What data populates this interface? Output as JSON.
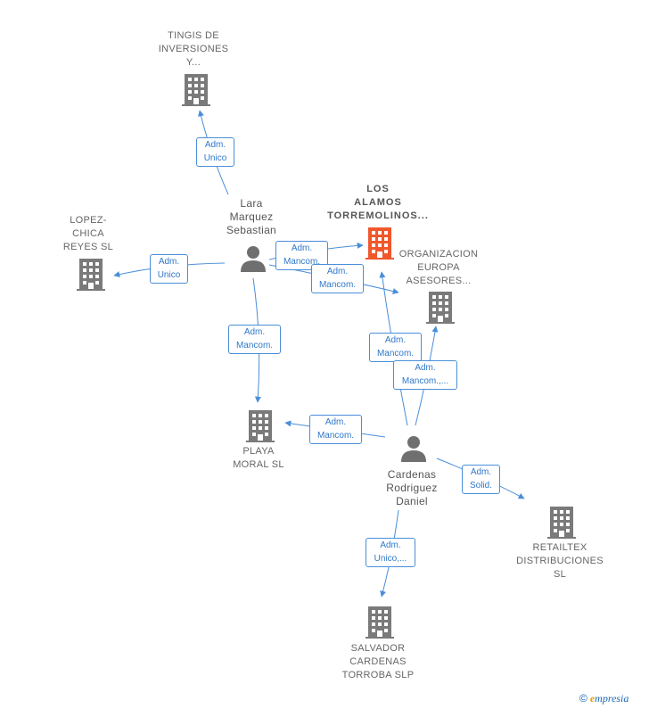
{
  "colors": {
    "edge": "#4a8ed8",
    "company": "#7a7a7a",
    "focus": "#f0582b",
    "person": "#6f6f6f"
  },
  "nodes": {
    "tingis": {
      "label": "TINGIS DE\nINVERSIONES\nY...",
      "icon": "building-icon"
    },
    "lopez": {
      "label": "LOPEZ-\nCHICA\nREYES SL",
      "icon": "building-icon"
    },
    "lara": {
      "label": "Lara\nMarquez\nSebastian",
      "icon": "person-icon"
    },
    "alamos": {
      "label": "LOS\nALAMOS\nTORREMOLINOS...",
      "icon": "building-icon"
    },
    "organizacion": {
      "label": "ORGANIZACION\nEUROPA\nASESORES...",
      "icon": "building-icon"
    },
    "playa": {
      "label": "PLAYA\nMORAL  SL",
      "icon": "building-icon"
    },
    "cardenas": {
      "label": "Cardenas\nRodriguez\nDaniel",
      "icon": "person-icon"
    },
    "retailtex": {
      "label": "RETAILTEX\nDISTRIBUCIONES\nSL",
      "icon": "building-icon"
    },
    "salvador": {
      "label": "SALVADOR\nCARDENAS\nTORROBA SLP",
      "icon": "building-icon"
    }
  },
  "relations": [
    {
      "id": "lara-tingis",
      "label": "Adm.\nUnico"
    },
    {
      "id": "lara-lopez",
      "label": "Adm.\nUnico"
    },
    {
      "id": "lara-alamos",
      "label": "Adm.\nMancom."
    },
    {
      "id": "lara-organizacion",
      "label": "Adm.\nMancom."
    },
    {
      "id": "lara-playa",
      "label": "Adm.\nMancom."
    },
    {
      "id": "cardenas-alamos",
      "label": "Adm.\nMancom."
    },
    {
      "id": "cardenas-organizacion",
      "label": "Adm.\nMancom.,..."
    },
    {
      "id": "cardenas-playa",
      "label": "Adm.\nMancom."
    },
    {
      "id": "cardenas-retailtex",
      "label": "Adm.\nSolid."
    },
    {
      "id": "cardenas-salvador",
      "label": "Adm.\nUnico,..."
    }
  ],
  "brand": {
    "copyright": "©",
    "initial": "e",
    "rest": "mpresia"
  }
}
